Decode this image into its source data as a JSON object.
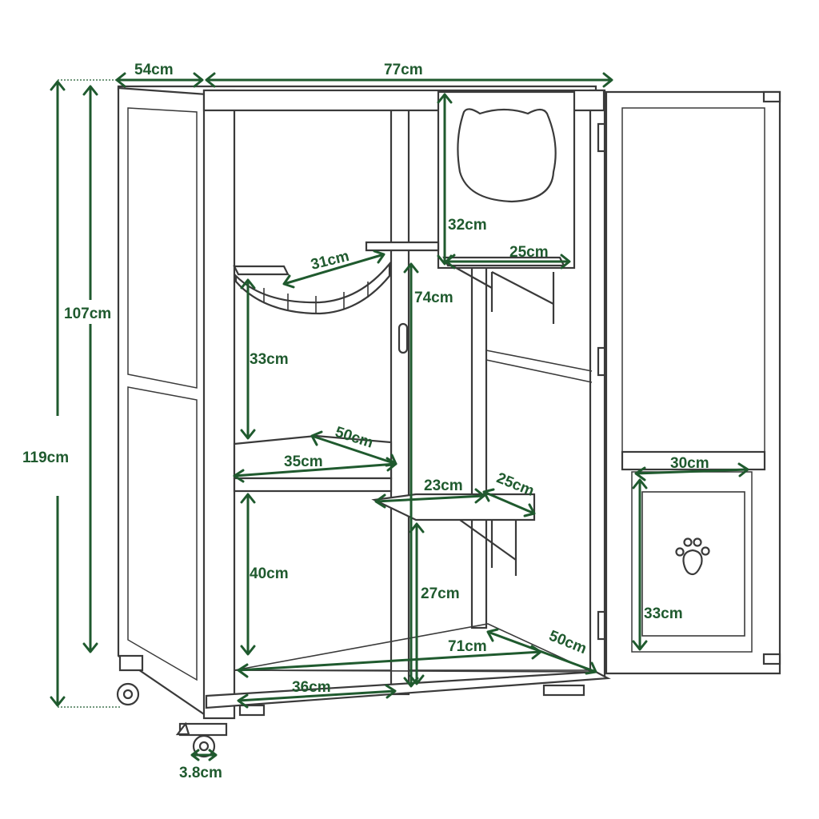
{
  "colors": {
    "dimension": "#1f5a2e",
    "outline": "#3a3a3a",
    "background": "#ffffff"
  },
  "labels": {
    "depth_top": "54cm",
    "width_top": "77cm",
    "height_total": "119cm",
    "height_body": "107cm",
    "door_window_height": "32cm",
    "window_shelf_width": "25cm",
    "bridge_length": "31cm",
    "height_74": "74cm",
    "upper_gap": "33cm",
    "shelf_depth_left": "50cm",
    "shelf_width_left": "35cm",
    "mid_shelf_width": "23cm",
    "mid_shelf_depth": "25cm",
    "lower_gap": "40cm",
    "mid_shelf_height": "27cm",
    "base_width": "71cm",
    "base_depth": "50cm",
    "bottom_width": "36cm",
    "wheel": "3.8cm",
    "door_panel_width": "30cm",
    "door_panel_height": "33cm"
  },
  "icons": [
    "cat-head-window-icon",
    "paw-print-icon",
    "caster-wheel-icon"
  ]
}
